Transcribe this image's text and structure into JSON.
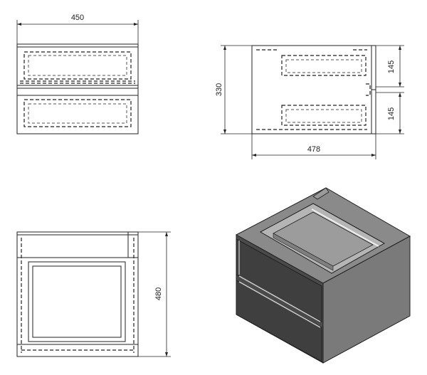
{
  "dimensions": {
    "front_width": "450",
    "side_height": "330",
    "side_depth": "478",
    "drawer_top_height": "145",
    "drawer_bottom_height": "145",
    "plan_depth": "480"
  },
  "colors": {
    "line": "#222222",
    "cabinet_top": "#8a8a8a",
    "cabinet_side": "#7a7a7a",
    "drawer_front": "#3f3f3f",
    "basin_inner": "#9c9c9c"
  }
}
